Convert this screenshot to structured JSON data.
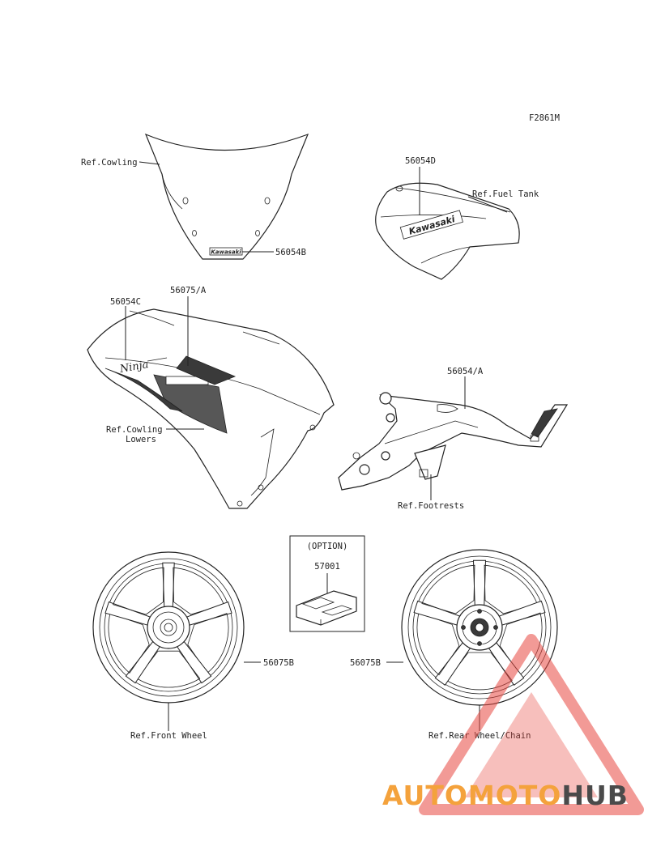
{
  "figure_code": "F2861M",
  "labels": {
    "ref_cowling": "Ref.Cowling",
    "p56054B": "56054B",
    "p56054D": "56054D",
    "ref_fuel_tank": "Ref.Fuel Tank",
    "p56054C": "56054C",
    "p56075A": "56075/A",
    "p56054A": "56054/A",
    "ref_cowling_lowers_1": "Ref.Cowling",
    "ref_cowling_lowers_2": "Lowers",
    "ref_footrests": "Ref.Footrests",
    "option": "(OPTION)",
    "p57001": "57001",
    "p56075B_left": "56075B",
    "p56075B_right": "56075B",
    "ref_front_wheel": "Ref.Front Wheel",
    "ref_rear_wheel": "Ref.Rear Wheel/Chain"
  },
  "decals": {
    "windshield": "Kawasaki",
    "tank": "Kawasaki",
    "cowl": "Ninja"
  },
  "watermark": {
    "part1": "AUTOMOTO",
    "part2": "HUB",
    "color_accent": "#f4a23c",
    "color_dark": "#4a4a4a",
    "color_triangle": "#e8473f"
  }
}
